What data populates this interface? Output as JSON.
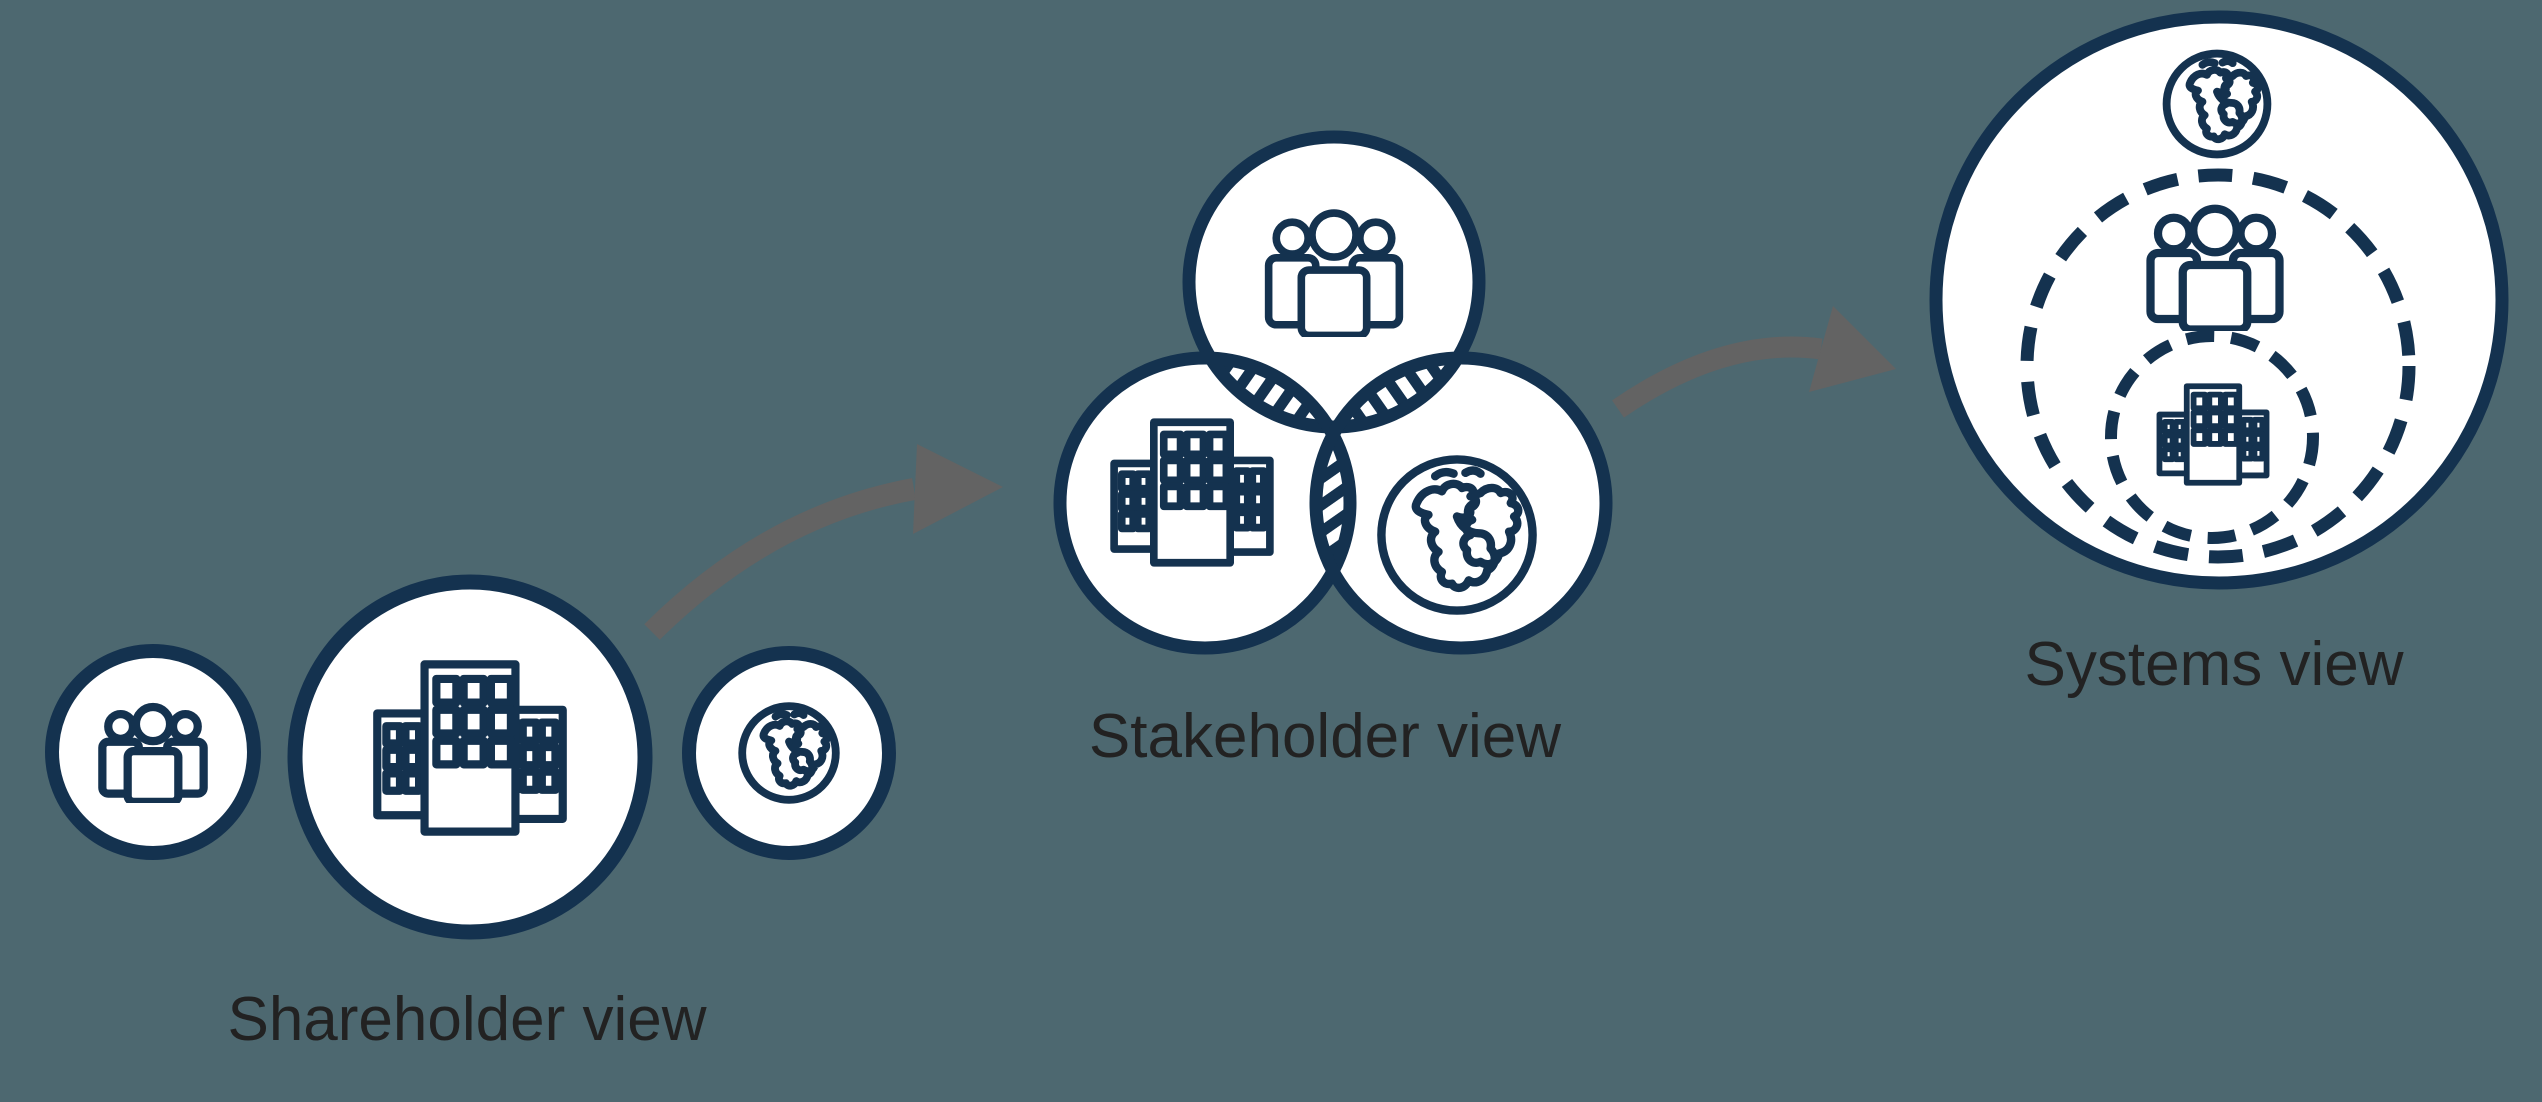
{
  "colors": {
    "background": "#4D6870",
    "navy": "#14324F",
    "white": "#FFFFFF",
    "arrow_gray": "#636363",
    "label_text": "#222222"
  },
  "diagram": {
    "stages": [
      {
        "label": "Shareholder view",
        "icons": [
          "people-icon",
          "buildings-icon",
          "globe-icon"
        ],
        "structure": "three separate circles"
      },
      {
        "label": "Stakeholder view",
        "icons": [
          "people-icon",
          "buildings-icon",
          "globe-icon"
        ],
        "structure": "venn diagram with hatched overlaps"
      },
      {
        "label": "Systems view",
        "icons": [
          "globe-icon",
          "people-icon",
          "buildings-icon"
        ],
        "structure": "nested circles (solid outer, dashed inner rings)"
      }
    ],
    "arrows": [
      {
        "from": "Shareholder view",
        "to": "Stakeholder view"
      },
      {
        "from": "Stakeholder view",
        "to": "Systems view"
      }
    ]
  }
}
